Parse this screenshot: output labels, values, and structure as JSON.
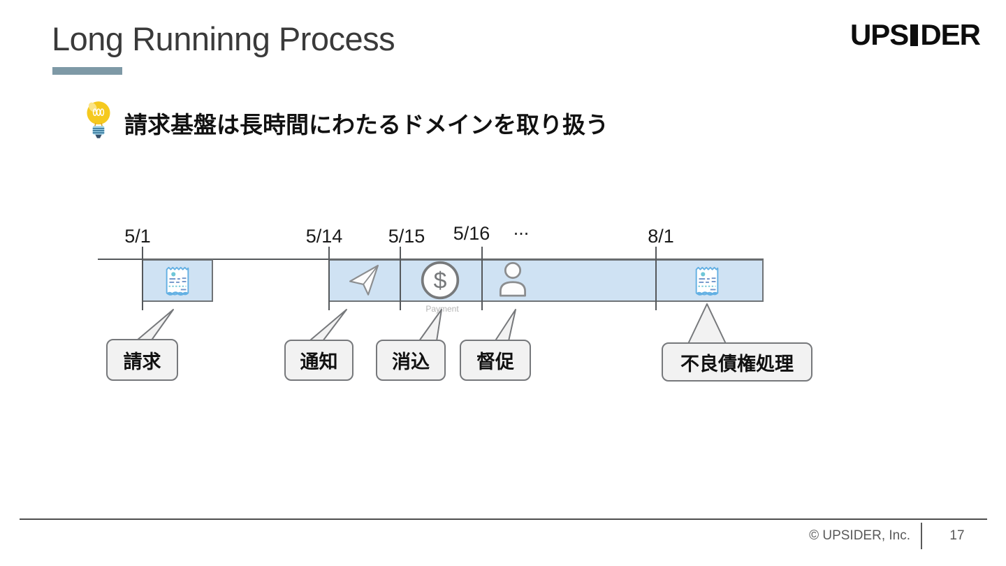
{
  "header": {
    "title": "Long Runninng Process",
    "logo": {
      "left": "UPS",
      "right": "DER"
    }
  },
  "key_message": {
    "text": "請求基盤は長時間にわたるドメインを取り扱う"
  },
  "timeline": {
    "dates": [
      {
        "label": "5/1"
      },
      {
        "label": "5/14"
      },
      {
        "label": "5/15"
      },
      {
        "label": "5/16"
      },
      {
        "label": "..."
      },
      {
        "label": "8/1"
      }
    ],
    "payment_caption": "Payment",
    "dollar_sign": "$",
    "callouts": [
      {
        "label": "請求"
      },
      {
        "label": "通知"
      },
      {
        "label": "消込"
      },
      {
        "label": "督促"
      },
      {
        "label": "不良債権処理"
      }
    ]
  },
  "footer": {
    "copyright": "© UPSIDER, Inc.",
    "page": "17"
  },
  "colors": {
    "accent_bar": "#7e99a6",
    "band_fill": "#cfe2f3",
    "band_border": "#6f7376",
    "timeline_line": "#55585b",
    "callout_fill": "#f2f2f2",
    "callout_border": "#76787b",
    "receipt_blue": "#63b0e3",
    "receipt_teal": "#6fc7d8",
    "footer_text": "#595959"
  }
}
